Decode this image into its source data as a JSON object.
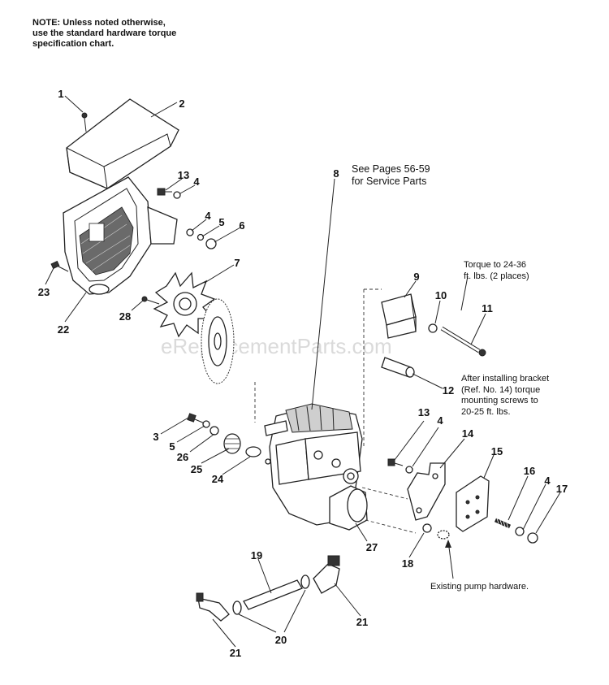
{
  "note": {
    "lines": [
      "NOTE: Unless noted otherwise,",
      "use the standard hardware torque",
      "specification chart."
    ]
  },
  "callouts": {
    "service_parts": [
      "See Pages 56-59",
      "for Service Parts"
    ],
    "torque_rod": [
      "Torque to 24-36",
      "ft. lbs. (2 places)"
    ],
    "bracket": [
      "After installing bracket",
      "(Ref. No. 14) torque",
      "mounting screws to",
      "20-25 ft. lbs."
    ],
    "pump_hardware": "Existing pump hardware."
  },
  "watermark": "eReplacementParts.com",
  "part_numbers": [
    "1",
    "2",
    "13",
    "4",
    "4",
    "5",
    "6",
    "23",
    "22",
    "7",
    "28",
    "8",
    "9",
    "10",
    "11",
    "12",
    "3",
    "5",
    "26",
    "25",
    "24",
    "13",
    "4",
    "14",
    "15",
    "16",
    "4",
    "17",
    "27",
    "18",
    "19",
    "21",
    "20",
    "21"
  ]
}
